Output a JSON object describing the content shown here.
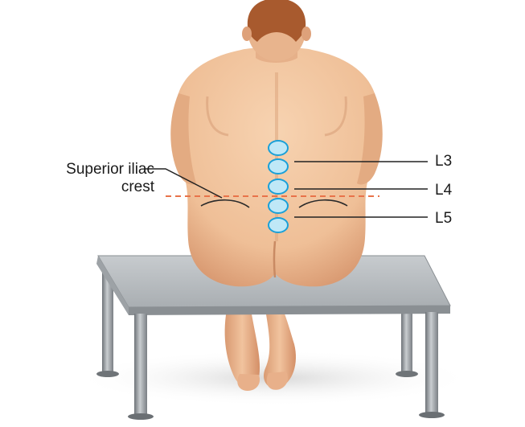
{
  "labels": {
    "crest_line1": "Superior iliac",
    "crest_line2": "crest",
    "l3": "L3",
    "l4": "L4",
    "l5": "L5"
  },
  "colors": {
    "skin": "#f2c49d",
    "skin_shadow": "#d99a72",
    "hair": "#a85a2e",
    "table_top": "#b9bdc0",
    "table_edge": "#8a8f93",
    "marker_fill": "#bfe8f7",
    "marker_stroke": "#1aa0d8",
    "iliac_line": "#e8734a",
    "leader": "#222222"
  }
}
